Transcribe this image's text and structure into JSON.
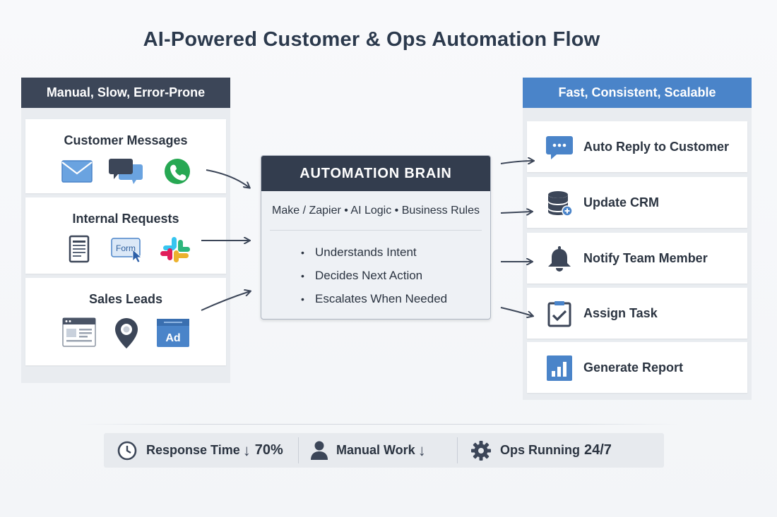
{
  "title": "AI-Powered Customer & Ops Automation Flow",
  "left": {
    "header": "Manual, Slow, Error-Prone",
    "sources": [
      {
        "label": "Customer Messages",
        "icons": [
          "email-icon",
          "chat-icon",
          "phone-icon"
        ]
      },
      {
        "label": "Internal Requests",
        "icons": [
          "document-icon",
          "form-icon",
          "slack-icon"
        ],
        "form_text": "Form"
      },
      {
        "label": "Sales Leads",
        "icons": [
          "webpage-icon",
          "location-pin-icon",
          "ad-icon"
        ],
        "ad_text": "Ad"
      }
    ]
  },
  "brain": {
    "title": "AUTOMATION BRAIN",
    "subtitle": "Make / Zapier • AI Logic • Business Rules",
    "bullet": "•",
    "items": [
      "Understands Intent",
      "Decides Next Action",
      "Escalates When Needed"
    ]
  },
  "right": {
    "header": "Fast, Consistent, Scalable",
    "outputs": [
      {
        "label": "Auto Reply to Customer",
        "icon": "chat-bubble-icon"
      },
      {
        "label": "Update CRM",
        "icon": "database-icon"
      },
      {
        "label": "Notify Team Member",
        "icon": "bell-icon"
      },
      {
        "label": "Assign Task",
        "icon": "checkbox-icon"
      },
      {
        "label": "Generate Report",
        "icon": "bar-chart-icon"
      }
    ]
  },
  "metrics": [
    {
      "label": "Response Time",
      "arrow": "↓",
      "value": "70%",
      "icon": "clock-icon"
    },
    {
      "label": "Manual Work",
      "arrow": "↓",
      "value": "",
      "icon": "person-icon"
    },
    {
      "label": "Ops Running",
      "arrow": "",
      "value": "24/7",
      "icon": "gear-icon"
    }
  ],
  "colors": {
    "left_header": "#3c4658",
    "right_header": "#4a84c9",
    "brain_header": "#333d4e",
    "icon_blue": "#4a84c9",
    "phone_green": "#27a853"
  }
}
